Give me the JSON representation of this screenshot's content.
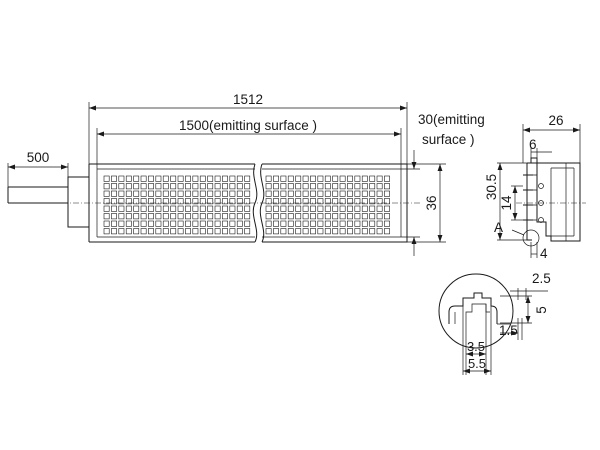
{
  "dimensions": {
    "total_length": "1512",
    "emitting_length": "1500(emitting surface )",
    "emitting_width_line1": "30(emitting",
    "emitting_width_line2": "surface )",
    "height": "36",
    "cable_length": "500",
    "side_width": "26",
    "side_6": "6",
    "side_30_5": "30.5",
    "side_14": "14",
    "side_4": "4",
    "detail_label": "A",
    "detail_2_5": "2.5",
    "detail_5": "5",
    "detail_1_5": "1.5",
    "detail_3_5": "3.5",
    "detail_5_5": "5.5"
  }
}
